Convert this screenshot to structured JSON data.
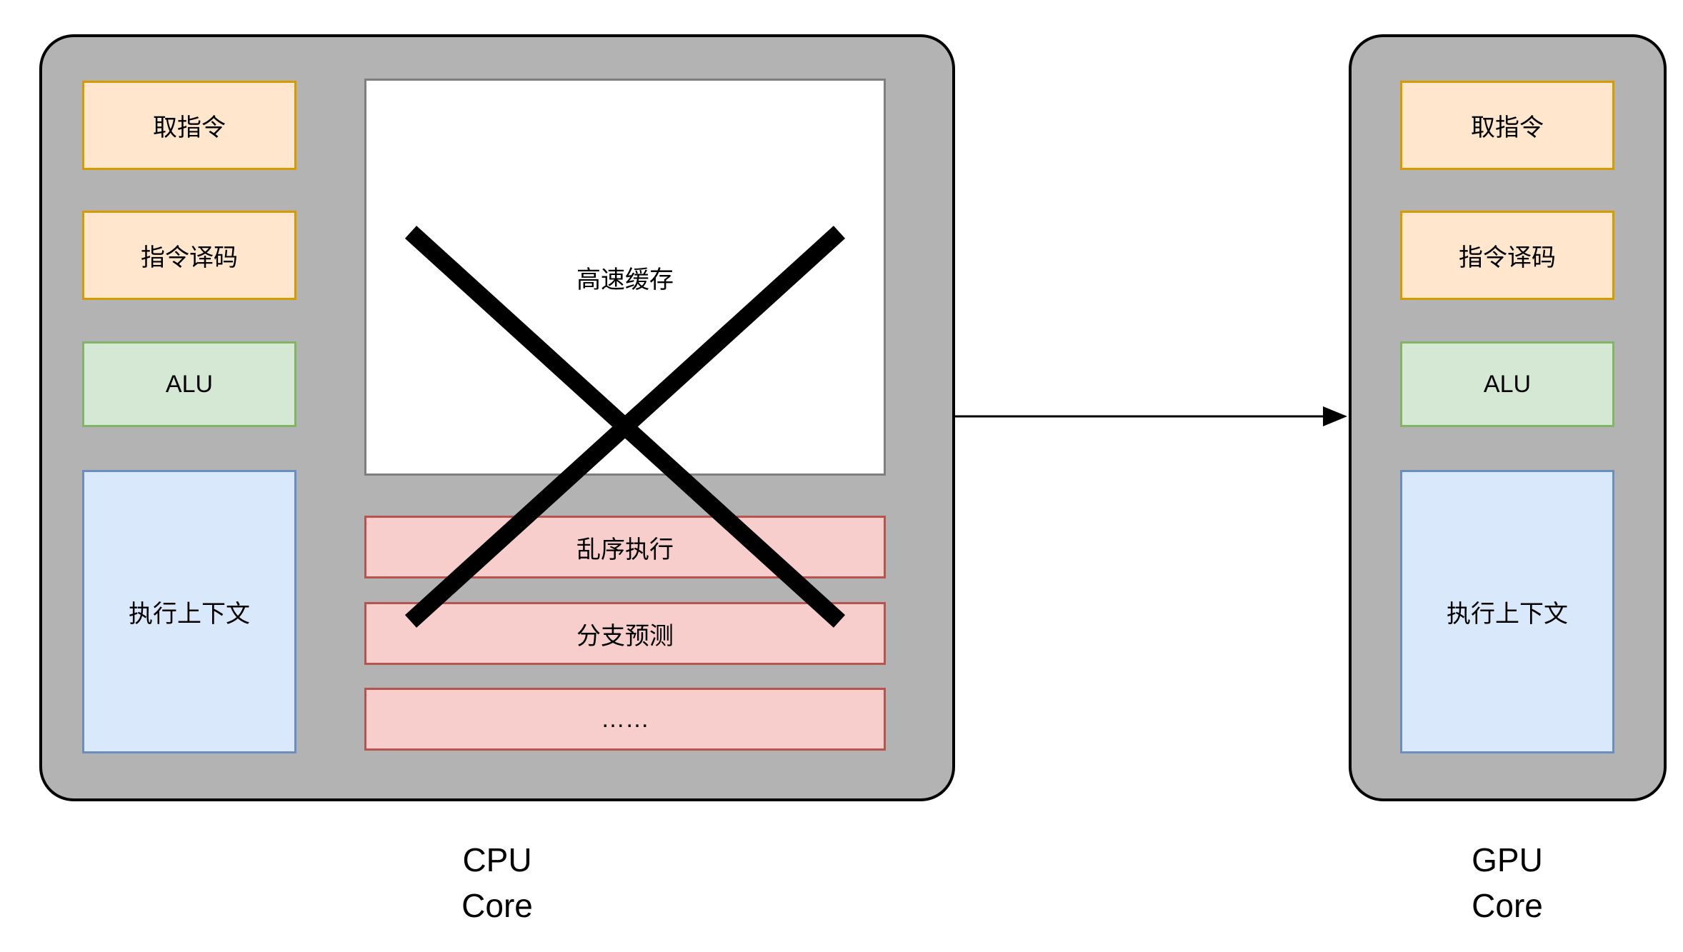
{
  "cpu_core": {
    "fetch": "取指令",
    "decode": "指令译码",
    "alu": "ALU",
    "execution_context": "执行上下文",
    "cache": "高速缓存",
    "out_of_order": "乱序执行",
    "branch_prediction": "分支预测",
    "ellipsis": "……",
    "label_line1": "CPU",
    "label_line2": "Core"
  },
  "gpu_core": {
    "fetch": "取指令",
    "decode": "指令译码",
    "alu": "ALU",
    "execution_context": "执行上下文",
    "label_line1": "GPU",
    "label_line2": "Core"
  },
  "colors": {
    "container_gray": "#b3b3b3",
    "orange_fill": "#ffe6cc",
    "orange_border": "#d79b00",
    "green_fill": "#d5e8d4",
    "green_border": "#82b366",
    "blue_fill": "#dae8fc",
    "blue_border": "#6c8ebf",
    "red_fill": "#f8cecc",
    "red_border": "#b85450",
    "cross_color": "#000000",
    "arrow_color": "#000000"
  }
}
